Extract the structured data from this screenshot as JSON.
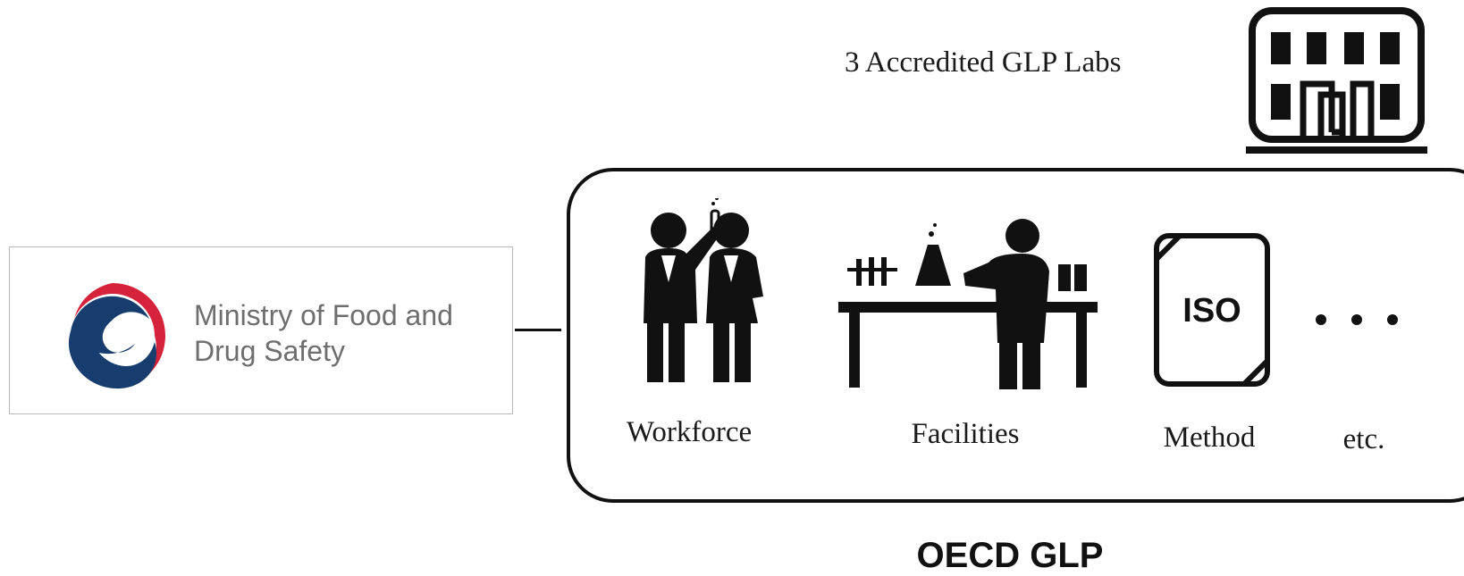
{
  "labs": {
    "caption": "3 Accredited GLP Labs",
    "icon": "building-icon"
  },
  "ministry": {
    "name": "Ministry of Food and Drug Safety",
    "emblem_icon": "taegeuk-emblem-icon",
    "colors": {
      "blue": "#173d6e",
      "red": "#d4233a",
      "text": "#6e6e6e"
    }
  },
  "requirements": {
    "items": [
      {
        "label": "Workforce",
        "icon": "scientists-icon"
      },
      {
        "label": "Facilities",
        "icon": "laboratory-icon"
      },
      {
        "label": "Method",
        "icon": "iso-document-icon",
        "icon_text": "ISO"
      },
      {
        "label": "etc.",
        "icon": "ellipsis-icon"
      }
    ]
  },
  "standard": {
    "title": "OECD GLP"
  }
}
